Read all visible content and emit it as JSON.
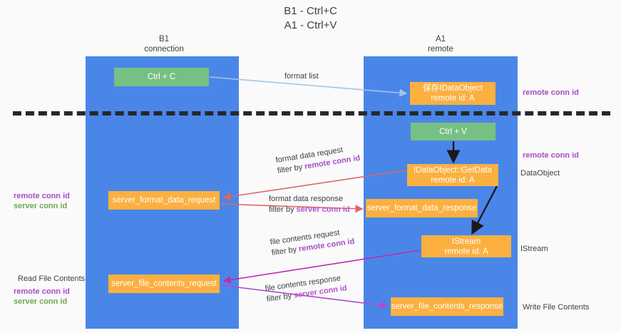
{
  "title": {
    "line1": "B1 - Ctrl+C",
    "line2": "A1 - Ctrl+V"
  },
  "columns": {
    "left": {
      "name": "B1",
      "role": "connection"
    },
    "right": {
      "name": "A1",
      "role": "remote"
    }
  },
  "colors": {
    "lane": "#4a86e8",
    "node_green": "#76c083",
    "node_orange": "#fbb040",
    "divider": "#26282b",
    "remote_conn_id": "#a64dc4",
    "server_conn_id": "#6aa84f",
    "arrow_blue": "#9fc5e8",
    "arrow_red": "#e06666",
    "arrow_magenta": "#c22ab0",
    "arrow_purple": "#a64dc4",
    "arrow_black": "#1a1a1a"
  },
  "nodes": {
    "ctrl_c": {
      "label": "Ctrl + C"
    },
    "save_idataobject": {
      "line1": "保存IDataObject",
      "line2": "remote id: A"
    },
    "ctrl_v": {
      "label": "Ctrl + V"
    },
    "getdata": {
      "line1": "IDataObject::GetData",
      "line2": "remote id: A"
    },
    "server_format_data_request": {
      "label": "server_format_data_request"
    },
    "server_format_data_response": {
      "label": "server_format_data_response"
    },
    "istream": {
      "line1": "IStream",
      "line2": "remote id: A"
    },
    "server_file_contents_request": {
      "label": "server_file_contents_request"
    },
    "server_file_contents_response": {
      "label": "server_file_contents_response"
    }
  },
  "edges": {
    "format_list": {
      "label": "format list"
    },
    "format_data_request": {
      "line1": "format data request",
      "filter_prefix": "filter by ",
      "filter_key": "remote conn id"
    },
    "format_data_response": {
      "line1": "format data response",
      "filter_prefix": "filter by ",
      "filter_key": "server conn id"
    },
    "file_contents_request": {
      "line1": "file contents request",
      "filter_prefix": "filter by ",
      "filter_key": "remote conn id"
    },
    "file_contents_response": {
      "line1": "file contents response",
      "filter_prefix": "filter by ",
      "filter_key": "server conn id"
    }
  },
  "annotations": {
    "right_top_remote": "remote conn id",
    "right_mid_remote": "remote conn id",
    "dataobject": "DataObject",
    "istream": "IStream",
    "write_file_contents": "Write File Contents",
    "left_mid_remote": "remote conn id",
    "left_mid_server": "server conn id",
    "read_file_contents": "Read File Contents",
    "left_bottom_remote": "remote conn id",
    "left_bottom_server": "server conn id"
  }
}
